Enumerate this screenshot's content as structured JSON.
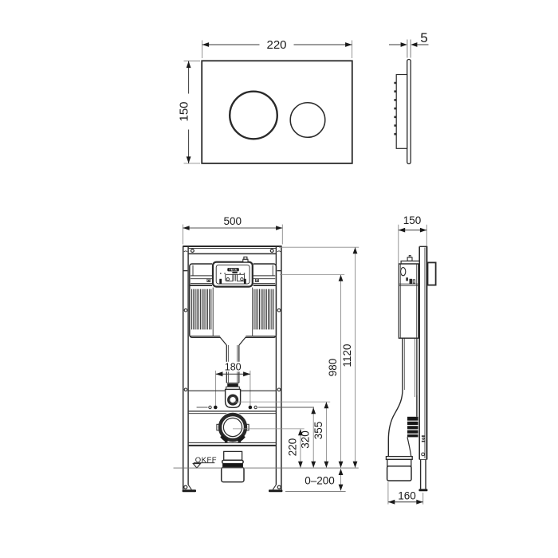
{
  "colors": {
    "background": "#ffffff",
    "ink": "#2a2a2a",
    "dim_line": "#7d7d7d",
    "text": "#1a1a1a"
  },
  "views": {
    "plate_front": {
      "width_label": "220",
      "height_label": "150"
    },
    "plate_side": {
      "thickness_label": "5"
    },
    "frame_front": {
      "width_label": "500",
      "bolt_spacing_label": "180",
      "outlet_center_height_label": "220",
      "bolt_height_label": "320",
      "flush_elbow_height_label": "355",
      "cistern_top_height_label": "980",
      "frame_height_label": "1120",
      "foot_adjust_label": "0–200",
      "floor_level_label": "OKFF",
      "logo_label": "TECE"
    },
    "frame_side": {
      "depth_label": "150",
      "outlet_depth_label": "160"
    }
  }
}
